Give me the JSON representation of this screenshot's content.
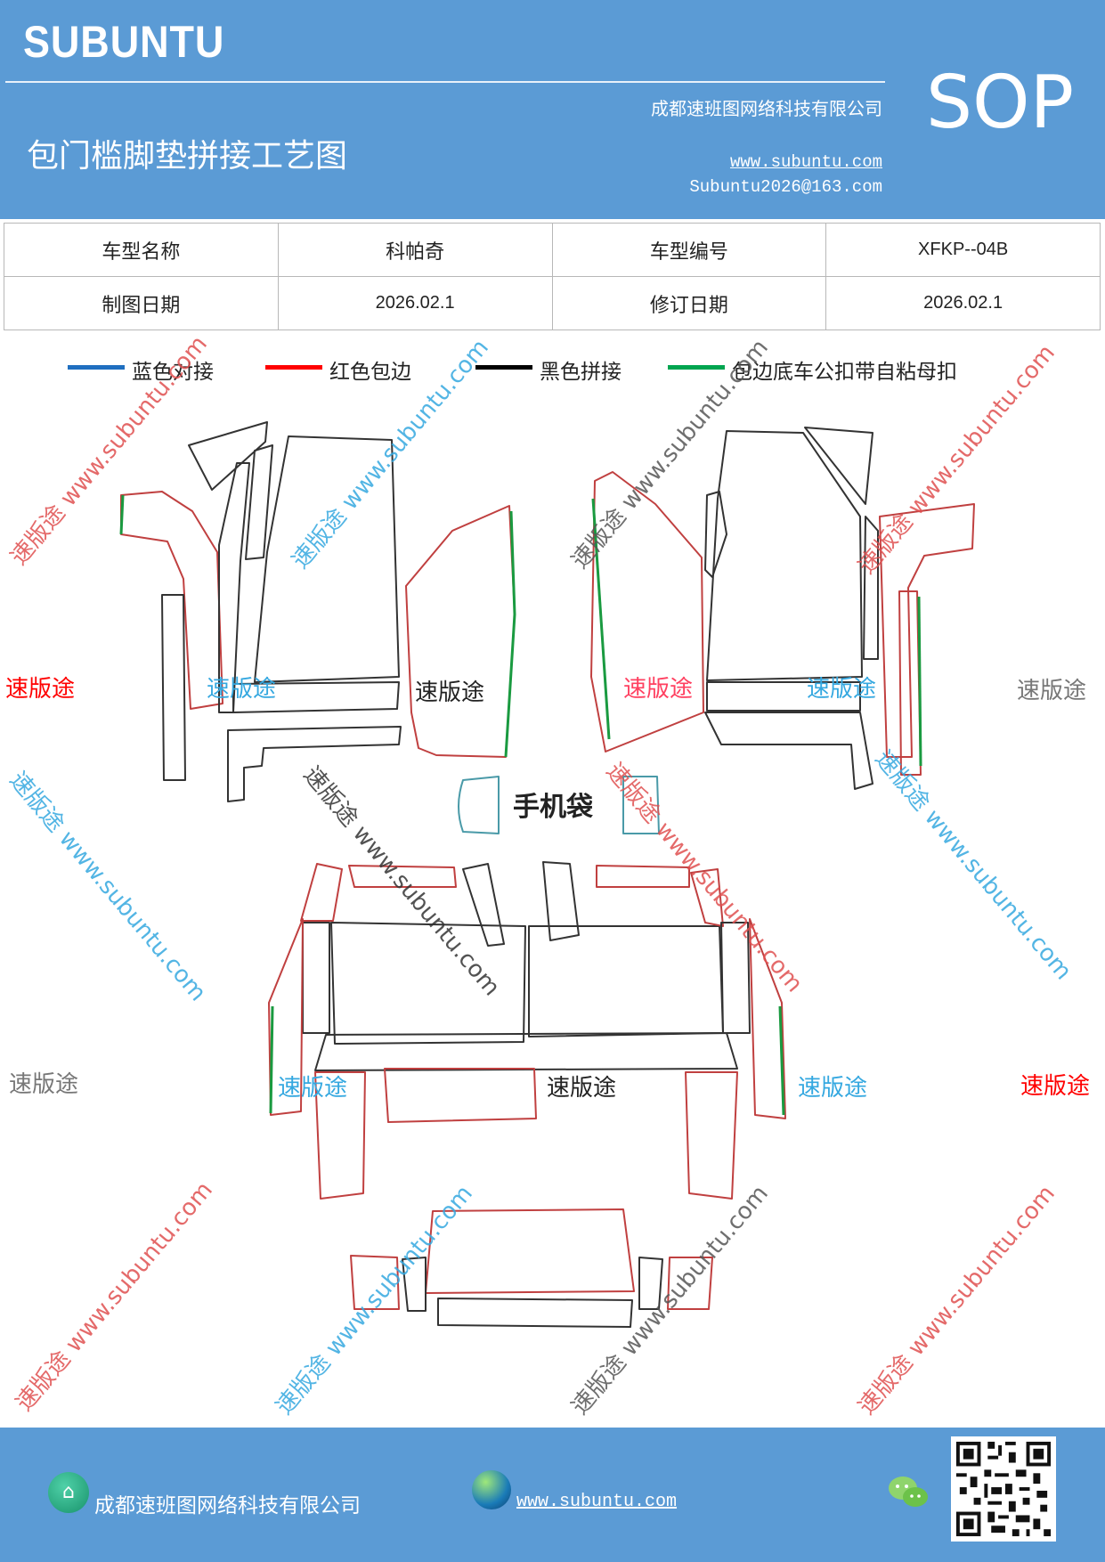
{
  "header": {
    "brand": "SUBUNTU",
    "title": "包门槛脚垫拼接工艺图",
    "company": "成都速班图网络科技有限公司",
    "website": "www.subuntu.com",
    "email": "Subuntu2026@163.com",
    "badge": "SOP"
  },
  "info_table": {
    "row1": {
      "label1": "车型名称",
      "value1": "科帕奇",
      "label2": "车型编号",
      "value2": "XFKP--04B"
    },
    "row2": {
      "label1": "制图日期",
      "value1": "2026.02.1",
      "label2": "修订日期",
      "value2": "2026.02.1"
    }
  },
  "legend": [
    {
      "label": "蓝色对接",
      "color": "#1f6fc0"
    },
    {
      "label": "红色包边",
      "color": "#ff0000"
    },
    {
      "label": "黑色拼接",
      "color": "#000000"
    },
    {
      "label": "包边底车公扣带自粘母扣",
      "color": "#00a550"
    }
  ],
  "diagram": {
    "pocket_label": "手机袋",
    "watermark_text": "速版途",
    "watermark_url": "www.subuntu.com",
    "watermark_url_long": "速版途 www.subuntu.com"
  },
  "colors": {
    "header_bg": "#5b9bd5",
    "outline": "#333333",
    "edge_red": "#c04040",
    "edge_green": "#1a9a40"
  },
  "footer": {
    "company": "成都速班图网络科技有限公司",
    "website": "www.subuntu.com",
    "icons": [
      "home-icon",
      "globe-icon",
      "wechat-icon",
      "qr-code"
    ]
  }
}
